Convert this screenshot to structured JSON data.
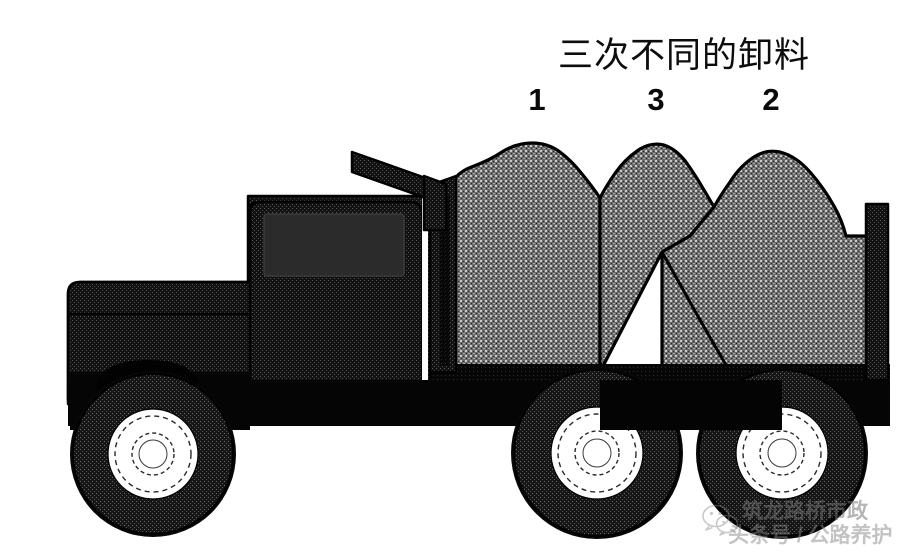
{
  "figure": {
    "title": "三次不同的卸料",
    "pile_labels": [
      {
        "id": "1",
        "text": "1"
      },
      {
        "id": "3",
        "text": "3"
      },
      {
        "id": "2",
        "text": "2"
      }
    ],
    "subject": "dump-truck-with-three-material-piles",
    "colors": {
      "background": "#ffffff",
      "outline": "#000000",
      "truck_body": "#1a1a1a",
      "truck_body_halftone_light": "#4a4a4a",
      "load_fill": "#6f6f6f",
      "load_halftone_light": "#b5b5b5",
      "wheel_hub": "#ffffff",
      "title_text": "#0d0d0d",
      "number_text": "#0a0a0a",
      "watermark_text": "#808080"
    }
  },
  "watermark": {
    "icon": "wechat-icon",
    "line1": "筑龙路桥市政",
    "line2": "头条号 / 公路养护"
  }
}
